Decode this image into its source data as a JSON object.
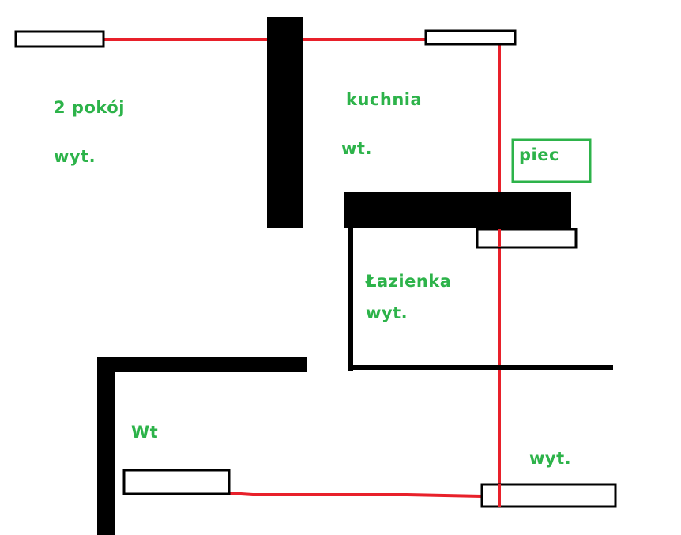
{
  "labels": {
    "room_2": "2 pokój",
    "room_2_outlet": "wyt.",
    "kitchen": "kuchnia",
    "kitchen_outlet": "wt.",
    "stove": "piec",
    "bathroom": "Łazienka",
    "bathroom_outlet": "wyt.",
    "lower_left_outlet": "Wt",
    "lower_right_outlet": "wyt."
  },
  "colors": {
    "wall": "#000000",
    "pipe": "#e8202a",
    "label": "#2db34a",
    "stove_border": "#2db34a",
    "radiator_fill": "#ffffff",
    "radiator_border": "#000000"
  }
}
